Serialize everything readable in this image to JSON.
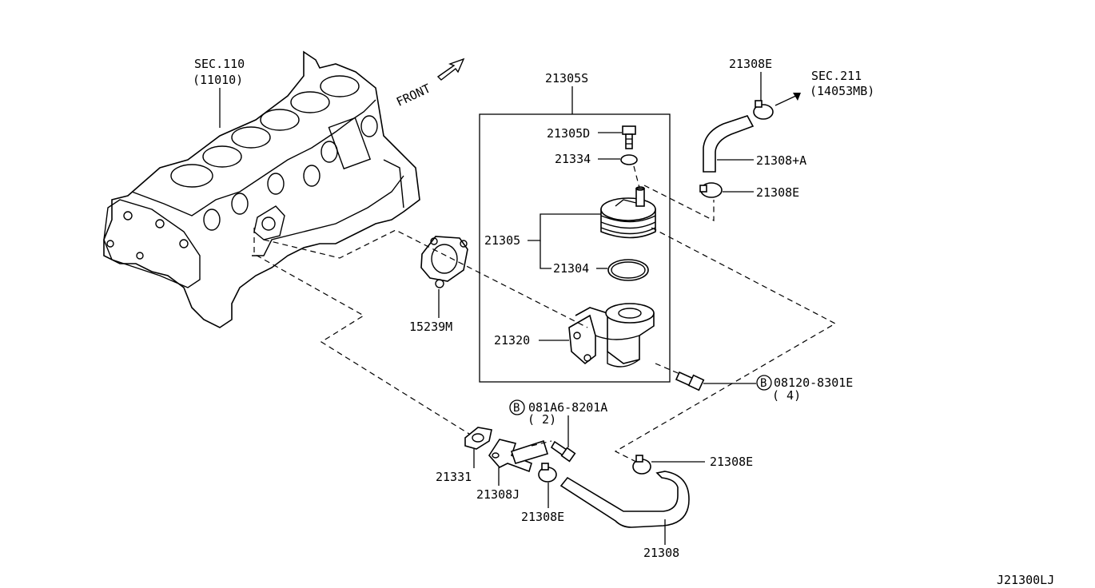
{
  "labels": {
    "sec110": "SEC.110",
    "sec110_sub": "(11010)",
    "front": "FRONT",
    "p21305S": "21305S",
    "p21305D": "21305D",
    "p21334": "21334",
    "p21305": "21305",
    "p21304": "21304",
    "p21320": "21320",
    "p15239M": "15239M",
    "p21308E_top": "21308E",
    "sec211": "SEC.211",
    "sec211_sub": "(14053MB)",
    "p21308A": "21308+A",
    "p21308E_mid": "21308E",
    "bolt1_code": "08120-8301E",
    "bolt1_qty": "( 4)",
    "bolt2_code": "081A6-8201A",
    "bolt2_qty": "( 2)",
    "bolt_symbol": "B",
    "p21308E_right": "21308E",
    "p21331": "21331",
    "p21308J": "21308J",
    "p21308E_bottom": "21308E",
    "p21308": "21308",
    "diagram_code": "J21300LJ"
  }
}
